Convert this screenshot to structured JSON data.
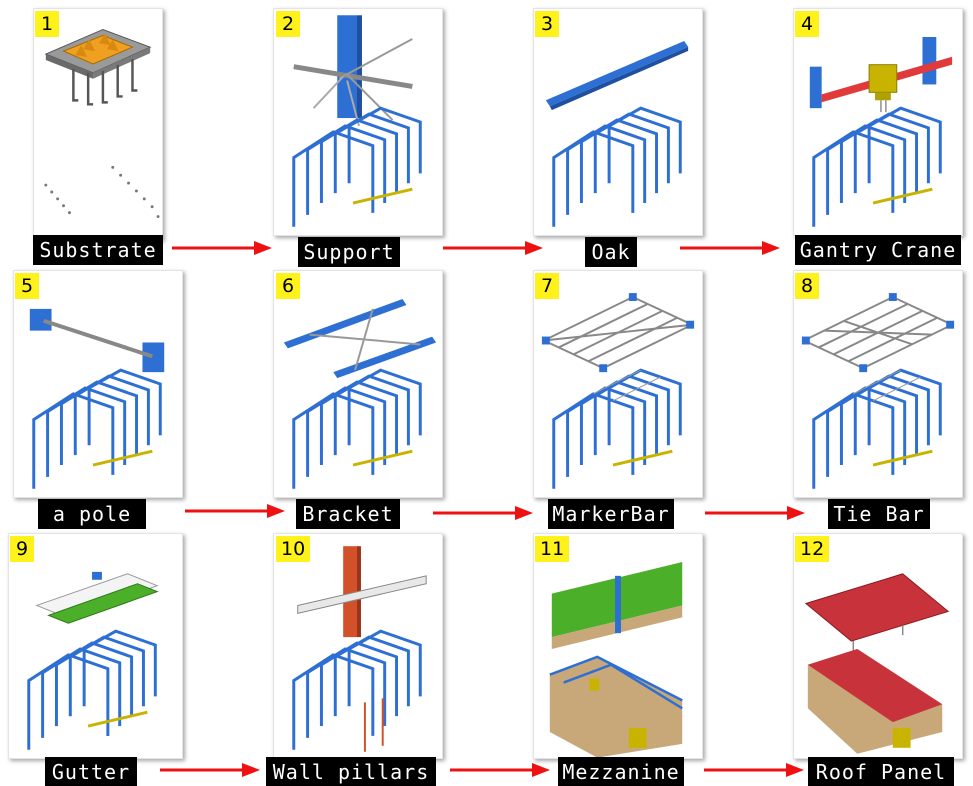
{
  "colors": {
    "steel_blue": "#2d6fd3",
    "steel_dark": "#1f4fa0",
    "arrow_red": "#ee1111",
    "number_bg": "#fff21a",
    "label_bg": "#000000",
    "label_text": "#ffffff",
    "crane_red": "#e03a3a",
    "crane_yellow": "#c8b400",
    "gutter_green": "#4caf2a",
    "roof_red": "#c8323a",
    "wall_tan": "#c8a878",
    "pillar_orange": "#d2512a",
    "base_orange": "#f0a020"
  },
  "steps": [
    {
      "number": "1",
      "label": "Substrate"
    },
    {
      "number": "2",
      "label": "Support"
    },
    {
      "number": "3",
      "label": "Oak"
    },
    {
      "number": "4",
      "label": "Gantry Crane"
    },
    {
      "number": "5",
      "label": "a pole"
    },
    {
      "number": "6",
      "label": "Bracket"
    },
    {
      "number": "7",
      "label": "MarkerBar"
    },
    {
      "number": "8",
      "label": "Tie Bar"
    },
    {
      "number": "9",
      "label": "Gutter"
    },
    {
      "number": "10",
      "label": "Wall pillars"
    },
    {
      "number": "11",
      "label": "Mezzanine"
    },
    {
      "number": "12",
      "label": "Roof Panel"
    }
  ]
}
